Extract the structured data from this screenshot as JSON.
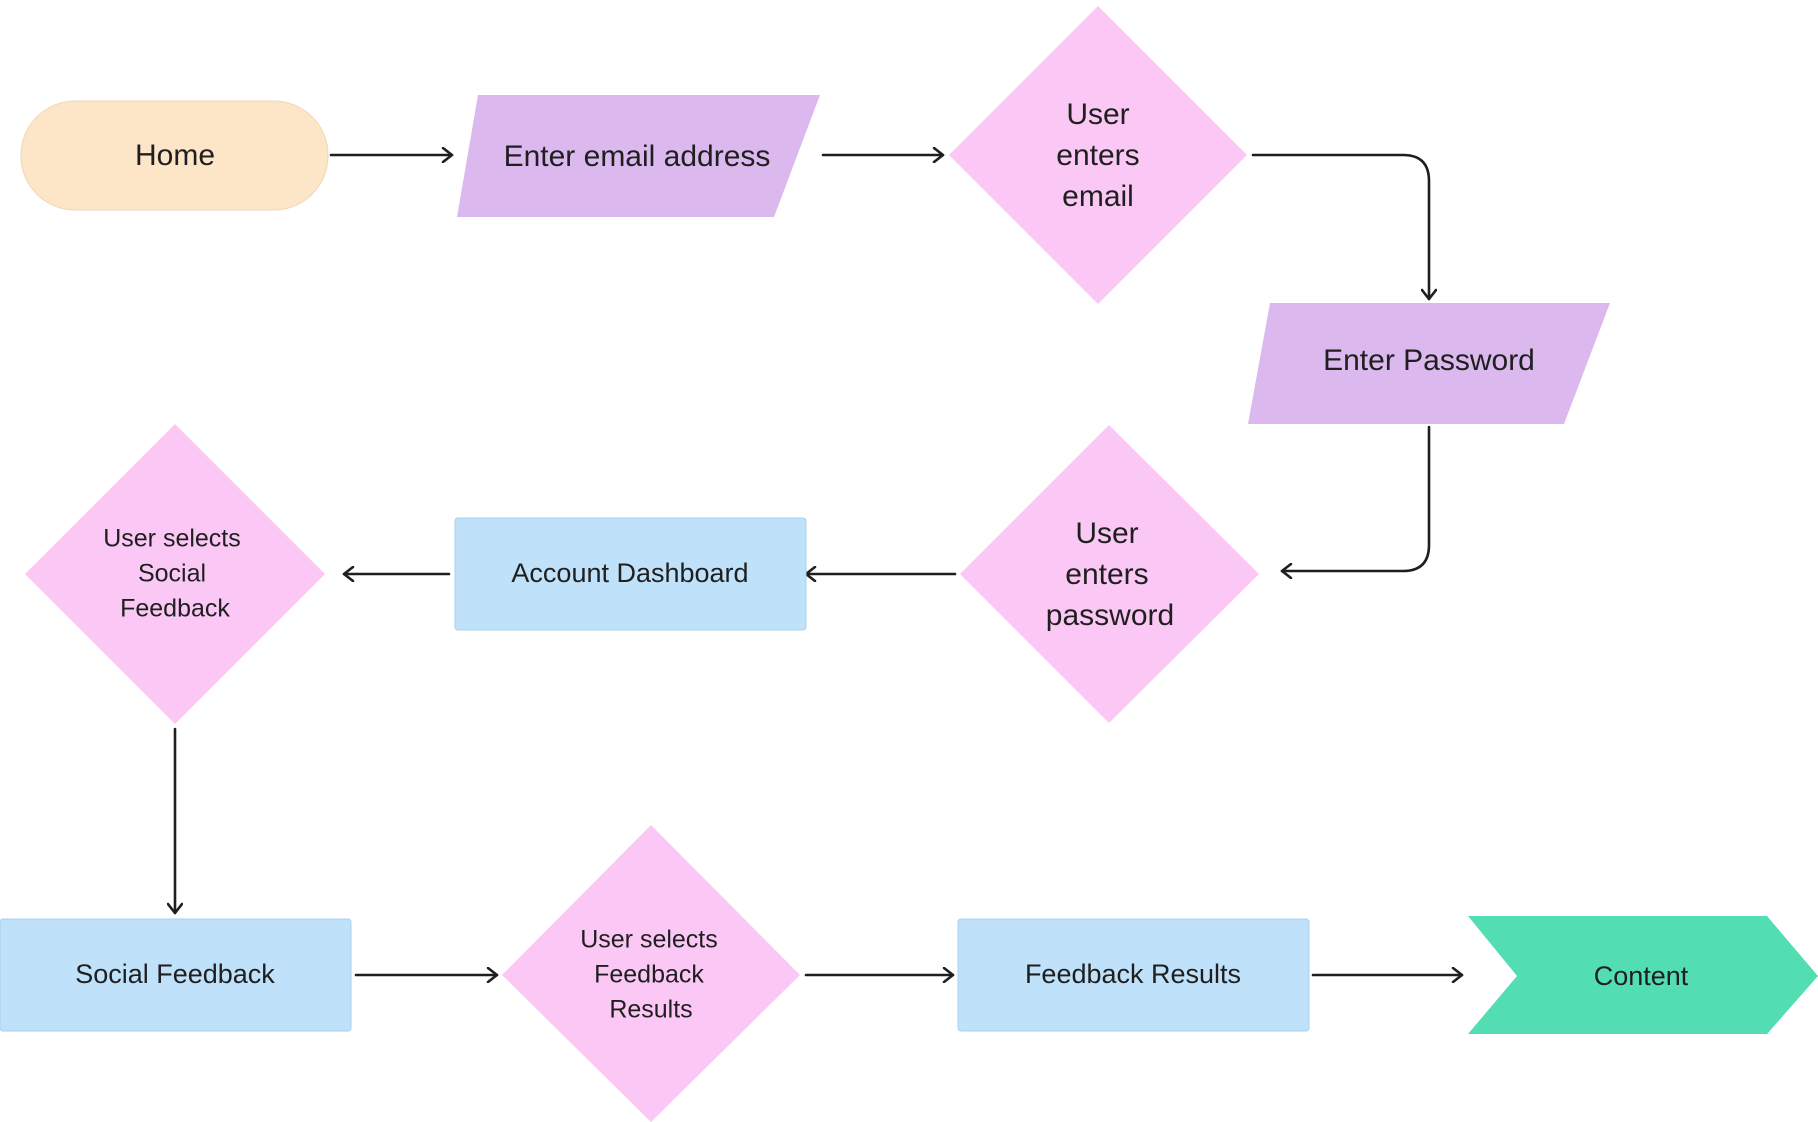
{
  "nodes": {
    "home": {
      "label": "Home",
      "color": "#fde5c8"
    },
    "enter_email": {
      "label": "Enter email address",
      "color": "#dbb8ee"
    },
    "user_enters_email": {
      "lines": [
        "User",
        "enters",
        "email"
      ],
      "color": "#fbc8f6"
    },
    "enter_password": {
      "label": "Enter Password",
      "color": "#dbb8ee"
    },
    "user_enters_password": {
      "lines": [
        "User",
        "enters",
        "password"
      ],
      "color": "#fbc8f6"
    },
    "account_dashboard": {
      "label": "Account Dashboard",
      "color": "#bfe1fa"
    },
    "user_selects_social_feedback": {
      "lines": [
        "User selects",
        "Social",
        "Feedback"
      ],
      "color": "#fbc8f6"
    },
    "social_feedback": {
      "label": "Social Feedback",
      "color": "#bfe1fa"
    },
    "user_selects_feedback_results": {
      "lines": [
        "User selects",
        "Feedback",
        "Results"
      ],
      "color": "#fbc8f6"
    },
    "feedback_results": {
      "label": "Feedback Results",
      "color": "#bfe1fa"
    },
    "content": {
      "label": "Content",
      "color": "#52deb2"
    }
  },
  "edges": [
    {
      "from": "Home",
      "to": "Enter email address"
    },
    {
      "from": "Enter email address",
      "to": "User enters email"
    },
    {
      "from": "User enters email",
      "to": "Enter Password"
    },
    {
      "from": "Enter Password",
      "to": "User enters password"
    },
    {
      "from": "User enters password",
      "to": "Account Dashboard"
    },
    {
      "from": "Account Dashboard",
      "to": "User selects Social Feedback"
    },
    {
      "from": "User selects Social Feedback",
      "to": "Social Feedback"
    },
    {
      "from": "Social Feedback",
      "to": "User selects Feedback Results"
    },
    {
      "from": "User selects Feedback Results",
      "to": "Feedback Results"
    },
    {
      "from": "Feedback Results",
      "to": "Content"
    }
  ],
  "colors": {
    "line": "#1f1f1f",
    "text": "#1f1f1f",
    "background": "#ffffff"
  }
}
